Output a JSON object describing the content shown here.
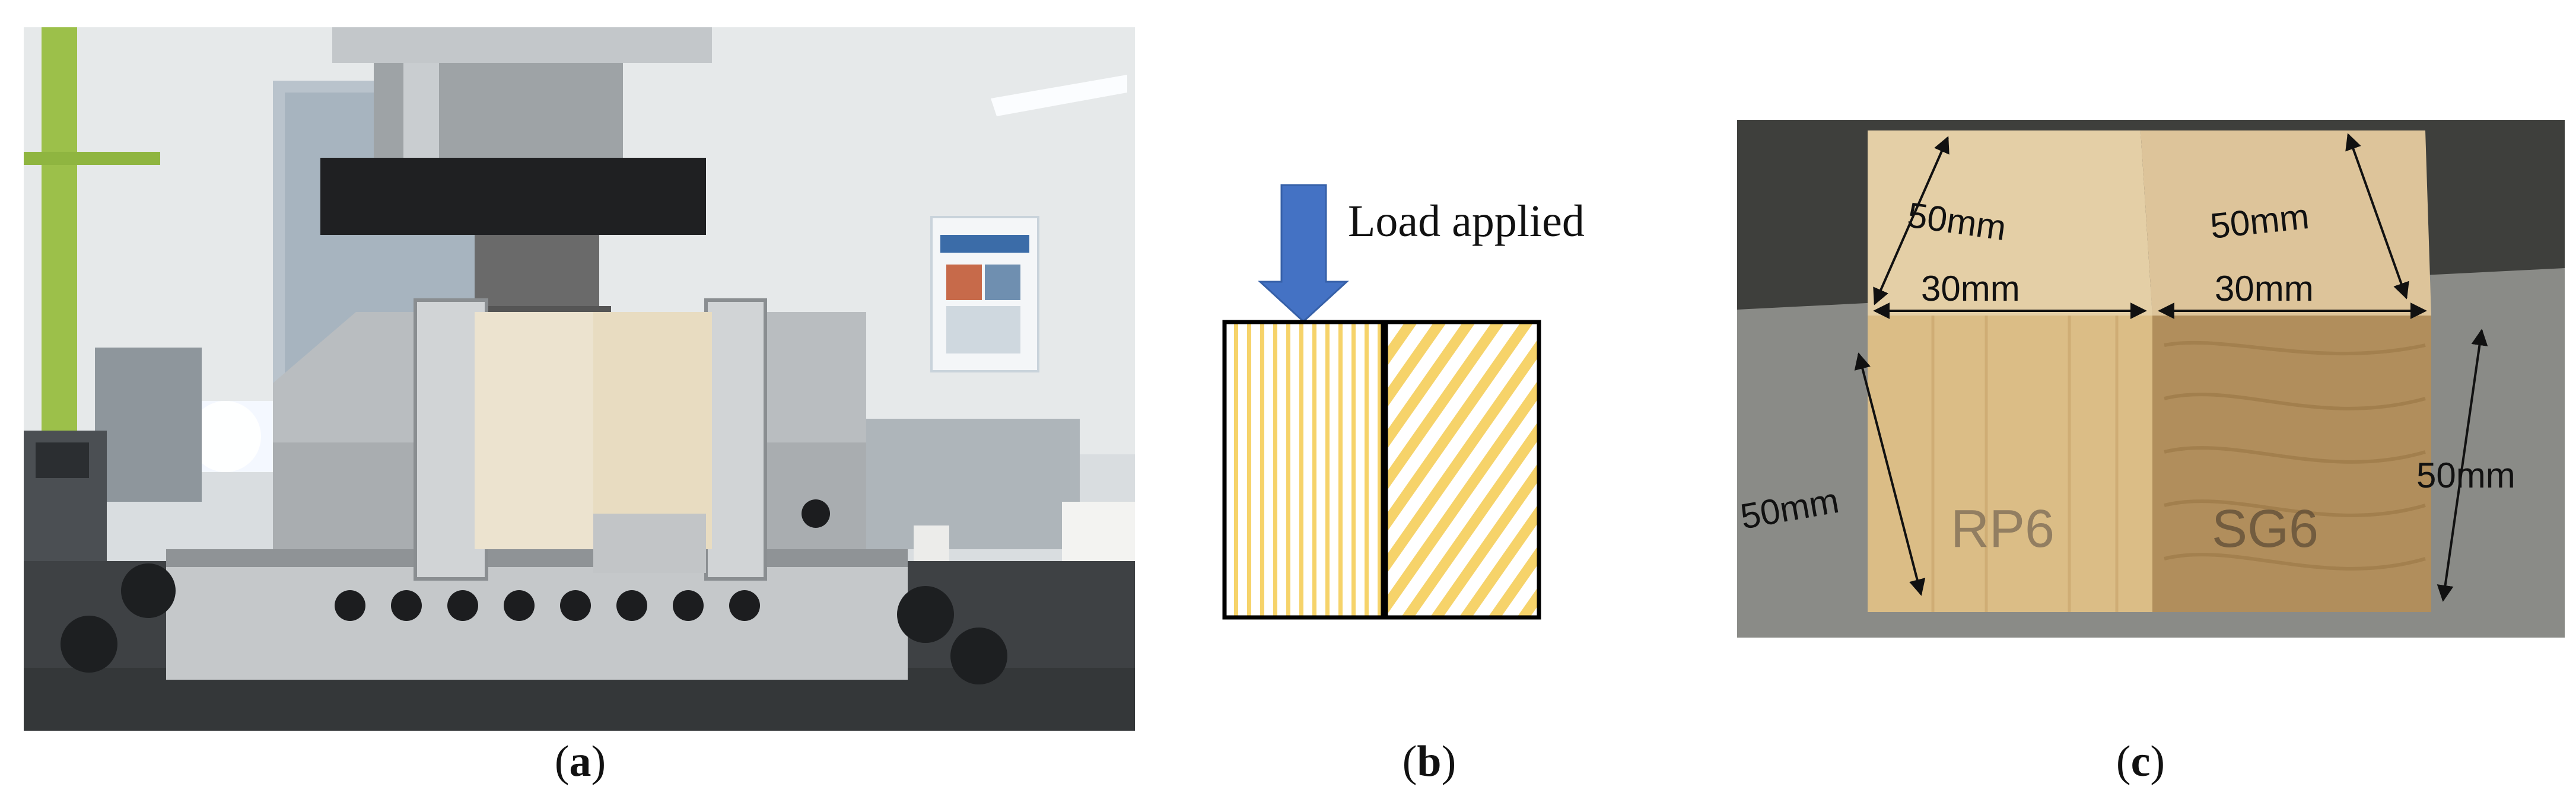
{
  "panel_a": {
    "caption_open": "(",
    "caption_letter": "a",
    "caption_close": ")"
  },
  "panel_b": {
    "caption_open": "(",
    "caption_letter": "b",
    "caption_close": ")",
    "load_label": "Load applied",
    "colors": {
      "arrow": "#4472c4",
      "stripes": "#f6d36a",
      "outline": "#000000"
    }
  },
  "panel_c": {
    "caption_open": "(",
    "caption_letter": "c",
    "caption_close": ")",
    "dims": {
      "top_left_depth": "50mm",
      "top_right_depth": "50mm",
      "top_left_width": "30mm",
      "top_right_width": "30mm",
      "left_height": "50mm",
      "right_height": "50mm"
    },
    "labels": {
      "left_block": "RP6",
      "right_block": "SG6"
    }
  }
}
